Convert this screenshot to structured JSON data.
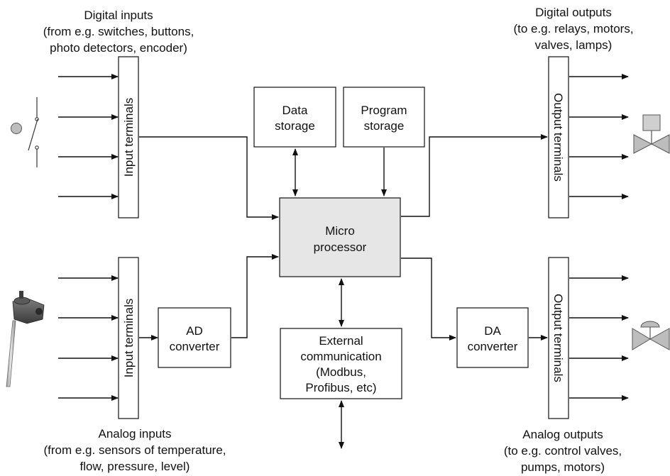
{
  "labels": {
    "digital_inputs": [
      "Digital inputs",
      "(from e.g. switches, buttons,",
      "photo detectors, encoder)"
    ],
    "digital_outputs": [
      "Digital outputs",
      "(to e.g. relays, motors,",
      "valves, lamps)"
    ],
    "analog_inputs": [
      "Analog inputs",
      "(from e.g. sensors of temperature,",
      "flow, pressure, level)"
    ],
    "analog_outputs": [
      "Analog outputs",
      "(to e.g. control valves,",
      "pumps, motors)"
    ]
  },
  "blocks": {
    "input_terminals": "Input terminals",
    "output_terminals": "Output terminals",
    "data_storage": [
      "Data",
      "storage"
    ],
    "program_storage": [
      "Program",
      "storage"
    ],
    "microprocessor": [
      "Micro",
      "processor"
    ],
    "ad_converter": [
      "AD",
      "converter"
    ],
    "da_converter": [
      "DA",
      "converter"
    ],
    "external_comm": [
      "External",
      "communication",
      "(Modbus,",
      "Profibus, etc)"
    ]
  }
}
